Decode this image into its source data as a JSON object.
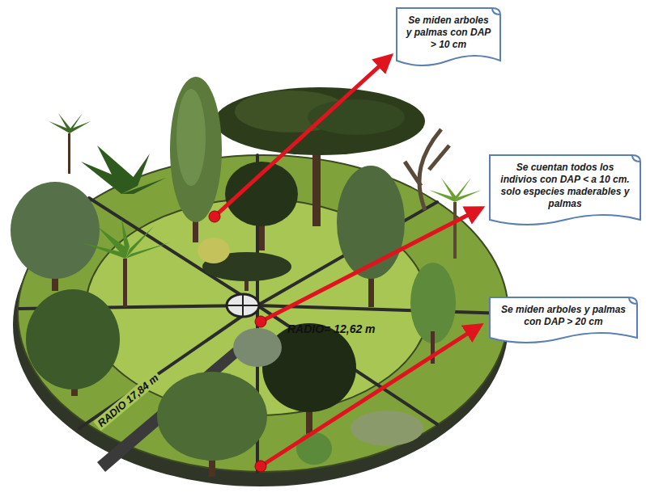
{
  "diagram": {
    "nodes": [
      {
        "text": [
          "Se miden arboles y palmas con DAP > 10 cm"
        ]
      },
      {
        "text": [
          "Se cuentan todos los indivios con DAP < a 10 cm. solo especies maderables y palmas"
        ]
      },
      {
        "text": [
          "Se miden arboles y palmas con DAP > 20 cm"
        ]
      }
    ],
    "labels": [
      "RADIO= 12,62 m",
      "RADIO 17,84 m"
    ]
  }
}
